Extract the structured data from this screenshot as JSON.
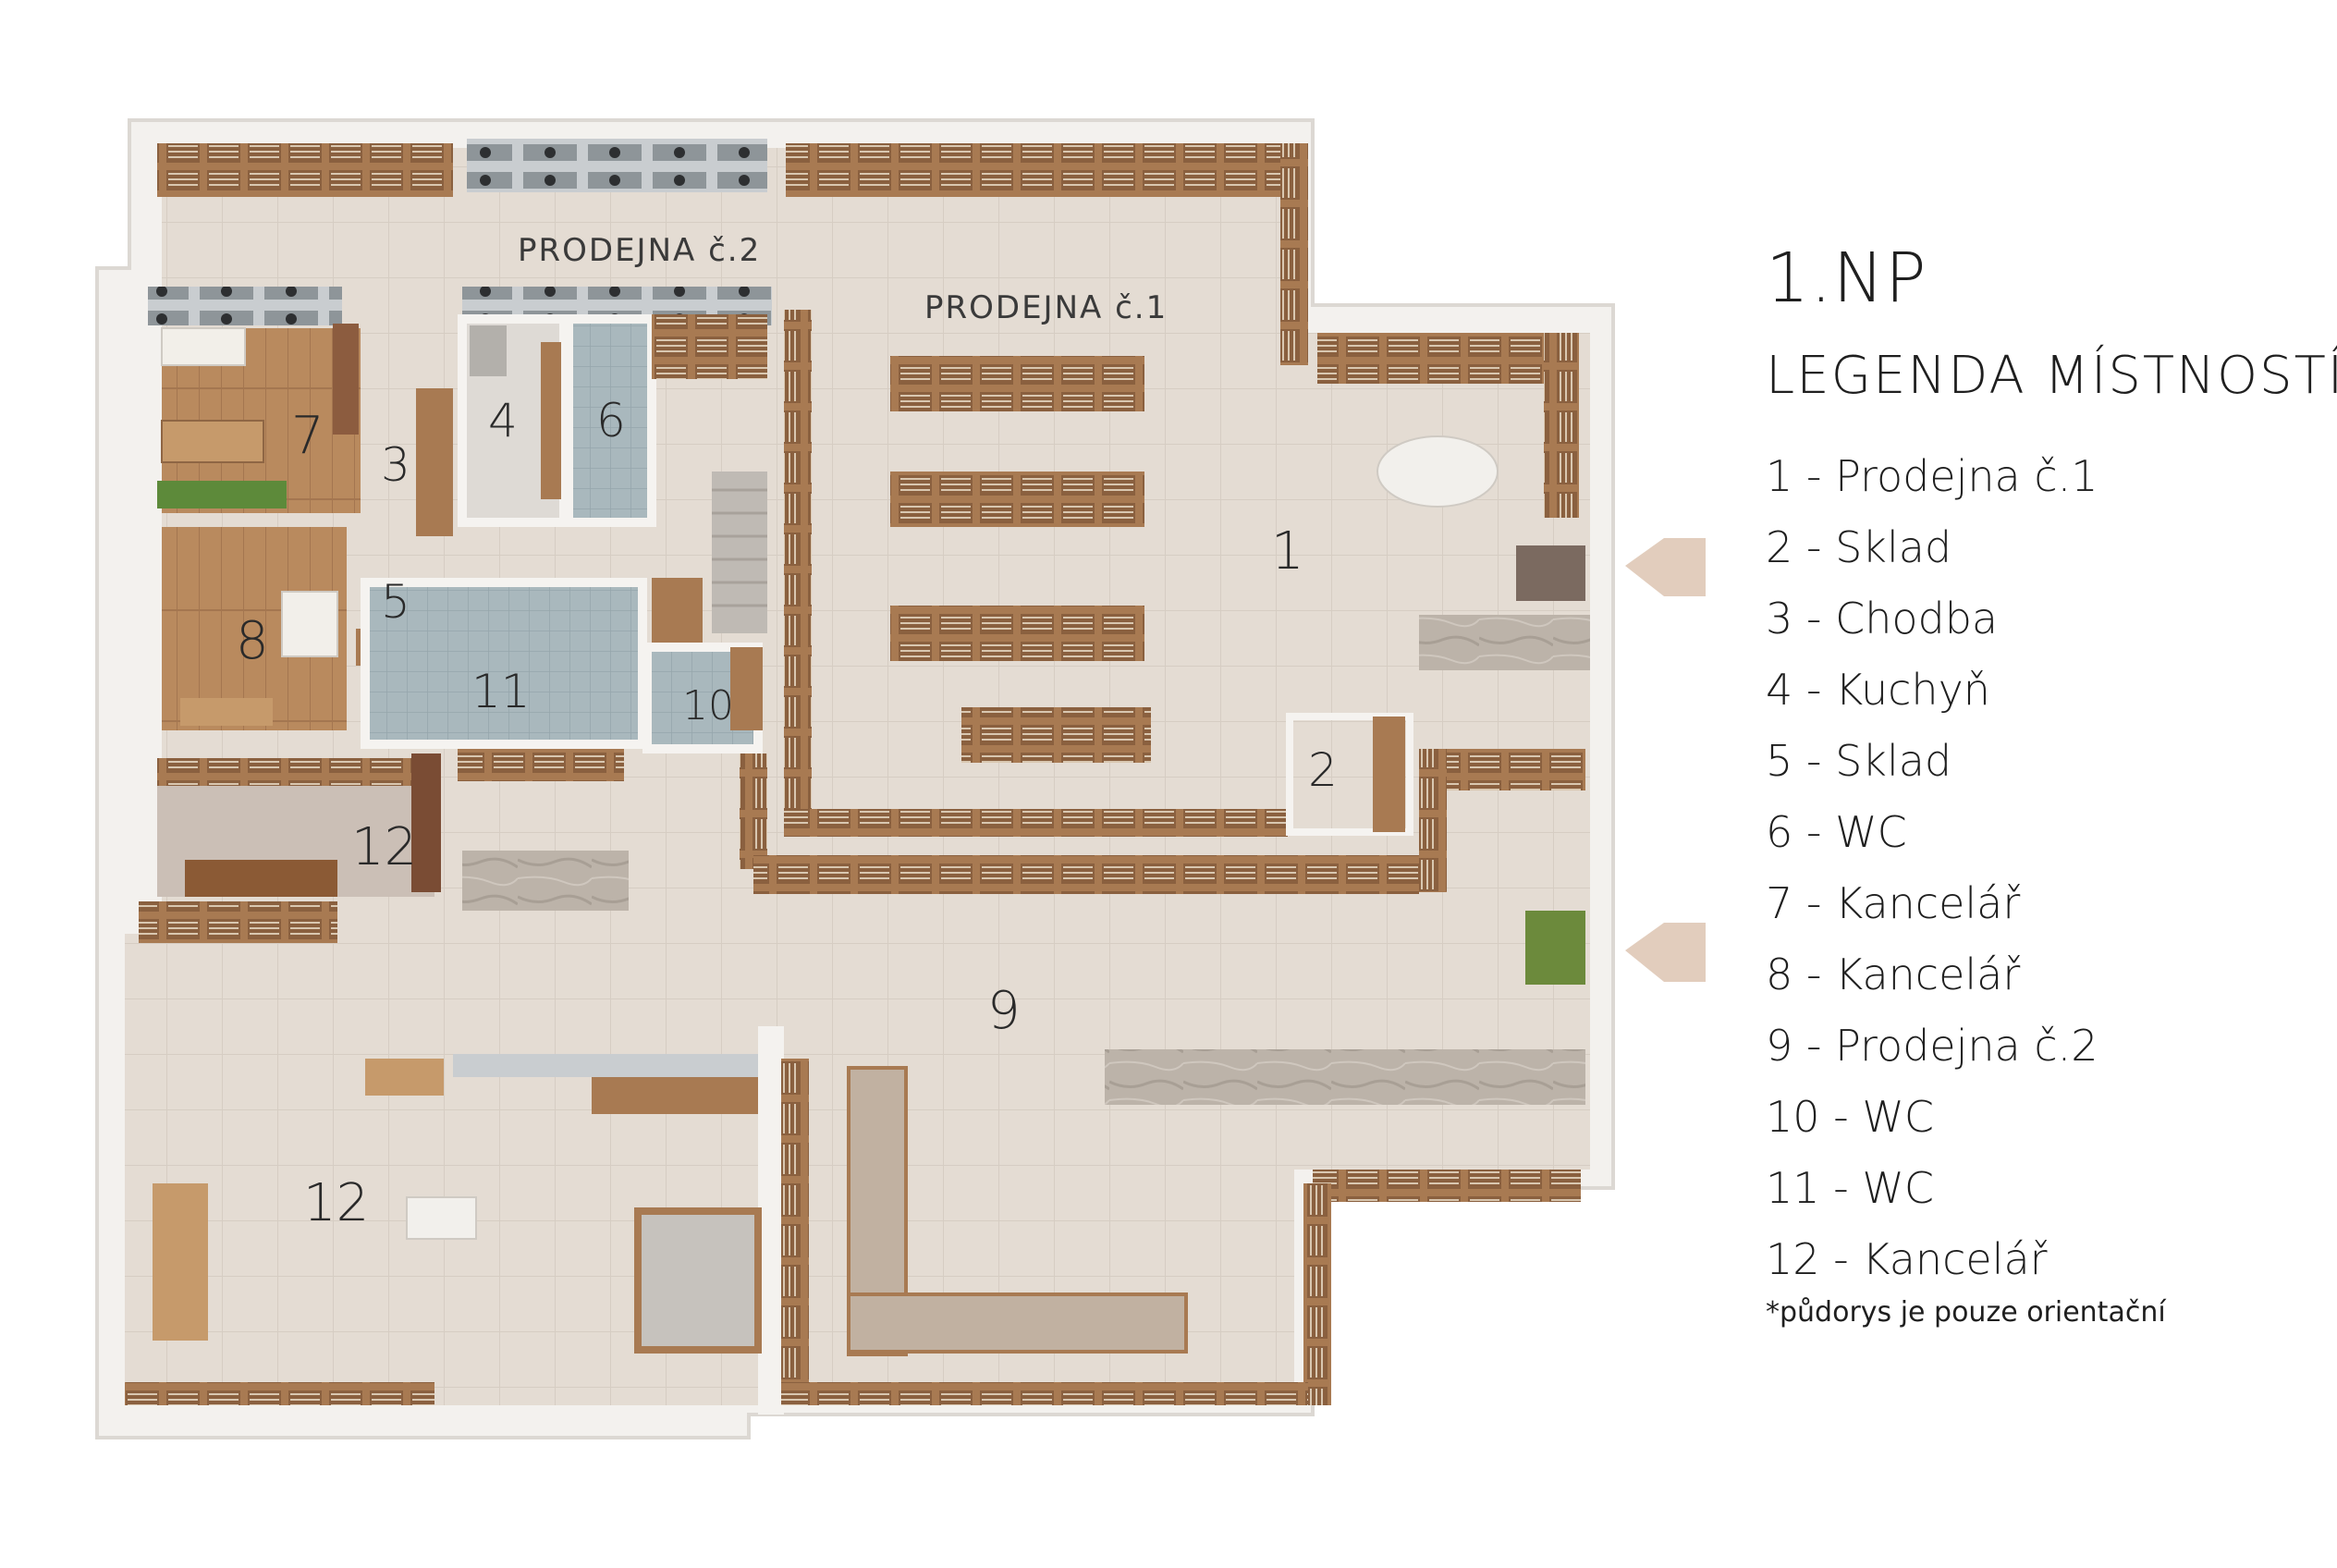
{
  "floor_title": "1.NP",
  "legend_title": "LEGENDA MÍSTNOSTÍ:",
  "legend_items": [
    "1 - Prodejna č.1",
    "2 - Sklad",
    "3 - Chodba",
    "4 - Kuchyň",
    "5 - Sklad",
    "6 - WC",
    "7 - Kancelář",
    "8 - Kancelář",
    "9 - Prodejna č.2",
    "10 - WC",
    "11 - WC",
    "12 - Kancelář"
  ],
  "footnote": "*půdorys je pouze orientační",
  "plan_labels": {
    "prodejna_2": "PRODEJNA č.2",
    "prodejna_1": "PRODEJNA č.1",
    "r1": "1",
    "r2": "2",
    "r3": "3",
    "r4": "4",
    "r5": "5",
    "r6": "6",
    "r7": "7",
    "r8": "8",
    "r9": "9",
    "r10": "10",
    "r11": "11",
    "r12a": "12",
    "r12b": "12"
  },
  "colors": {
    "floor_tile": "#e4dcd3",
    "wall": "#f4f2ef",
    "wood": "#a87a52",
    "parquet": "#b98a5e",
    "wc_tile": "#a9b8bd",
    "counter": "#b9b0a6",
    "entrance_arrow": "#e2cdbd"
  }
}
